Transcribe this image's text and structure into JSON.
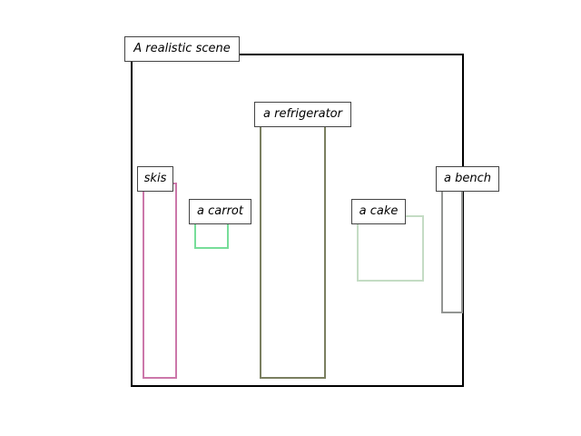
{
  "scene": {
    "caption": "A realistic scene",
    "frame_color": "#000000"
  },
  "objects": [
    {
      "key": "skis",
      "label": "skis",
      "color": "#cc77aa"
    },
    {
      "key": "carrot",
      "label": "a carrot",
      "color": "#77dd99"
    },
    {
      "key": "refrigerator",
      "label": "a refrigerator",
      "color": "#7a7f60"
    },
    {
      "key": "cake",
      "label": "a cake",
      "color": "#c4dcc4"
    },
    {
      "key": "bench",
      "label": "a bench",
      "color": "#939593"
    }
  ]
}
